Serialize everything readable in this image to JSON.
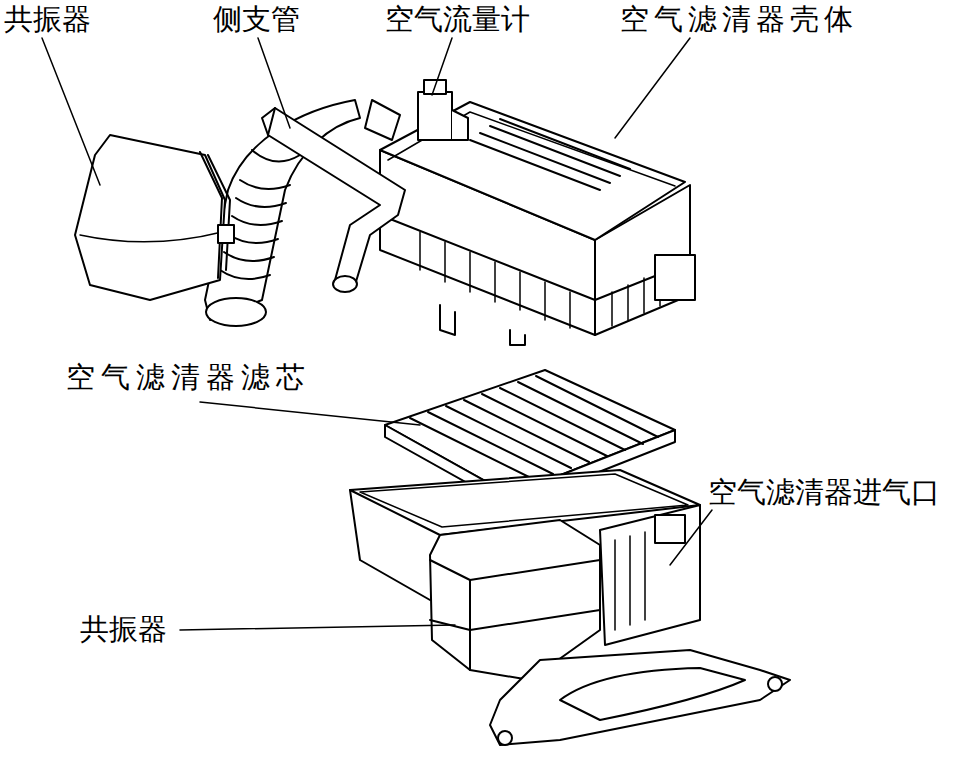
{
  "diagram": {
    "labels": [
      "共振器",
      "侧支管",
      "空气流量计",
      "空气滤清器壳体",
      "空气滤清器滤芯",
      "空气滤清器进气口",
      "共振器"
    ]
  }
}
